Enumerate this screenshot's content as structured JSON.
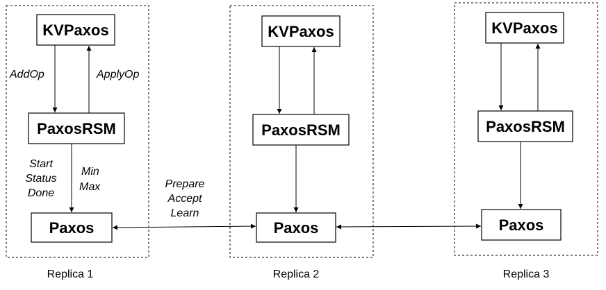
{
  "diagram": {
    "replicas": [
      {
        "name": "Replica 1",
        "kvpaxos": "KVPaxos",
        "paxosrsm": "PaxosRSM",
        "paxos": "Paxos",
        "down_label": "AddOp",
        "up_label": "ApplyOp",
        "left_labels": [
          "Start",
          "Status",
          "Done"
        ],
        "right_labels": [
          "Min",
          "Max"
        ]
      },
      {
        "name": "Replica 2",
        "kvpaxos": "KVPaxos",
        "paxosrsm": "PaxosRSM",
        "paxos": "Paxos"
      },
      {
        "name": "Replica 3",
        "kvpaxos": "KVPaxos",
        "paxosrsm": "PaxosRSM",
        "paxos": "Paxos"
      }
    ],
    "link_labels": [
      "Prepare",
      "Accept",
      "Learn"
    ]
  }
}
